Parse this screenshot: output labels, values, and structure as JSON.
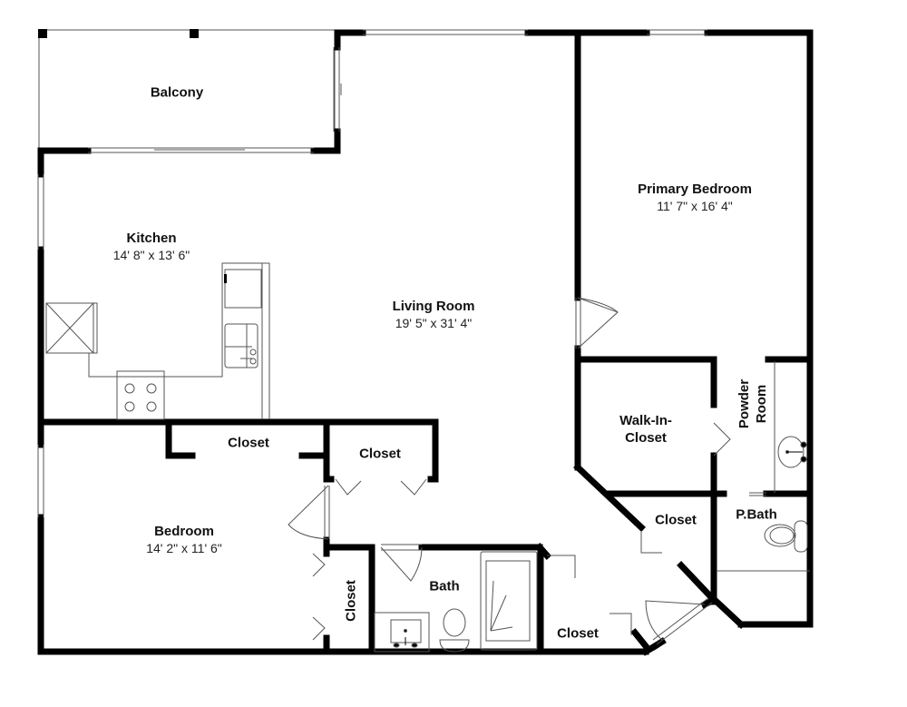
{
  "floor_plan": {
    "colors": {
      "wall": "#000000",
      "fixture": "#555555",
      "background": "#ffffff"
    },
    "rooms": [
      {
        "id": "balcony",
        "name": "Balcony",
        "dimensions": ""
      },
      {
        "id": "kitchen",
        "name": "Kitchen",
        "dimensions": "14' 8\" x 13' 6\""
      },
      {
        "id": "living-room",
        "name": "Living Room",
        "dimensions": "19' 5\" x 31' 4\""
      },
      {
        "id": "primary-bedroom",
        "name": "Primary Bedroom",
        "dimensions": "11' 7\" x 16' 4\""
      },
      {
        "id": "walk-in-closet",
        "name": "Walk-In-",
        "name2": "Closet",
        "dimensions": ""
      },
      {
        "id": "powder-room",
        "name": "Powder",
        "name2": "Room",
        "dimensions": ""
      },
      {
        "id": "p-bath",
        "name": "P.Bath",
        "dimensions": ""
      },
      {
        "id": "closet-primary",
        "name": "Closet",
        "dimensions": ""
      },
      {
        "id": "closet-hall",
        "name": "Closet",
        "dimensions": ""
      },
      {
        "id": "bedroom",
        "name": "Bedroom",
        "dimensions": "14' 2\" x 11' 6\""
      },
      {
        "id": "closet-bedroom",
        "name": "Closet",
        "dimensions": ""
      },
      {
        "id": "closet-linen",
        "name": "Closet",
        "dimensions": ""
      },
      {
        "id": "closet-bedroom-side",
        "name": "Closet",
        "dimensions": ""
      },
      {
        "id": "bath",
        "name": "Bath",
        "dimensions": ""
      }
    ],
    "fixtures": [
      "refrigerator",
      "stove",
      "kitchen-sink",
      "dishwasher",
      "toilet",
      "bathroom-sink",
      "shower",
      "powder-sink",
      "p-bath-toilet"
    ]
  }
}
